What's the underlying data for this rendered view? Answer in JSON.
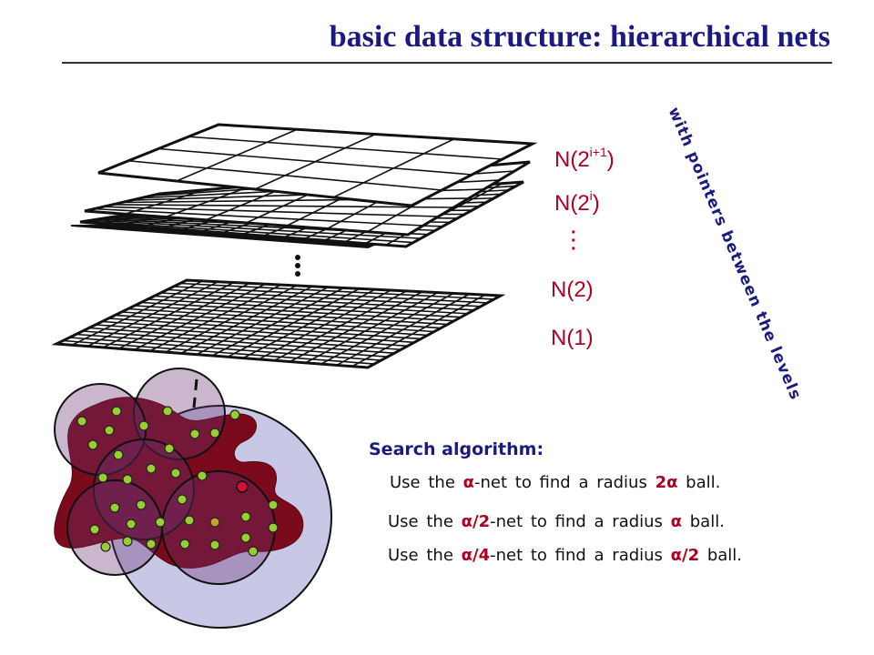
{
  "slide": {
    "title": "basic data structure: hierarchical nets"
  },
  "nets": {
    "levels": [
      {
        "base": "N(2",
        "exp": "i+1",
        "close": ")"
      },
      {
        "base": "N(2",
        "exp": "i",
        "close": ")"
      },
      {
        "base": "N(2",
        "exp": "",
        "close": ")"
      },
      {
        "base": "N(1",
        "exp": "",
        "close": ")"
      }
    ],
    "pointer_note": "with pointers between the levels"
  },
  "algorithm": {
    "heading": "Search algorithm:",
    "steps": [
      {
        "pre": "Use the ",
        "sym": "α",
        "mid": "-net to find a radius ",
        "rad": "2α",
        "post": " ball."
      },
      {
        "pre": "Use the ",
        "sym": "α/2",
        "mid": "-net to find a radius ",
        "rad": "α",
        "post": " ball."
      },
      {
        "pre": "Use the ",
        "sym": "α/4",
        "mid": "-net to find a radius ",
        "rad": "α/2",
        "post": " ball."
      }
    ]
  },
  "colors": {
    "title": "#1a1a80",
    "net_label": "#b00020",
    "region": "#7a0a1c",
    "ball_fill": "#c8c8e6",
    "point": "#9acd32"
  }
}
